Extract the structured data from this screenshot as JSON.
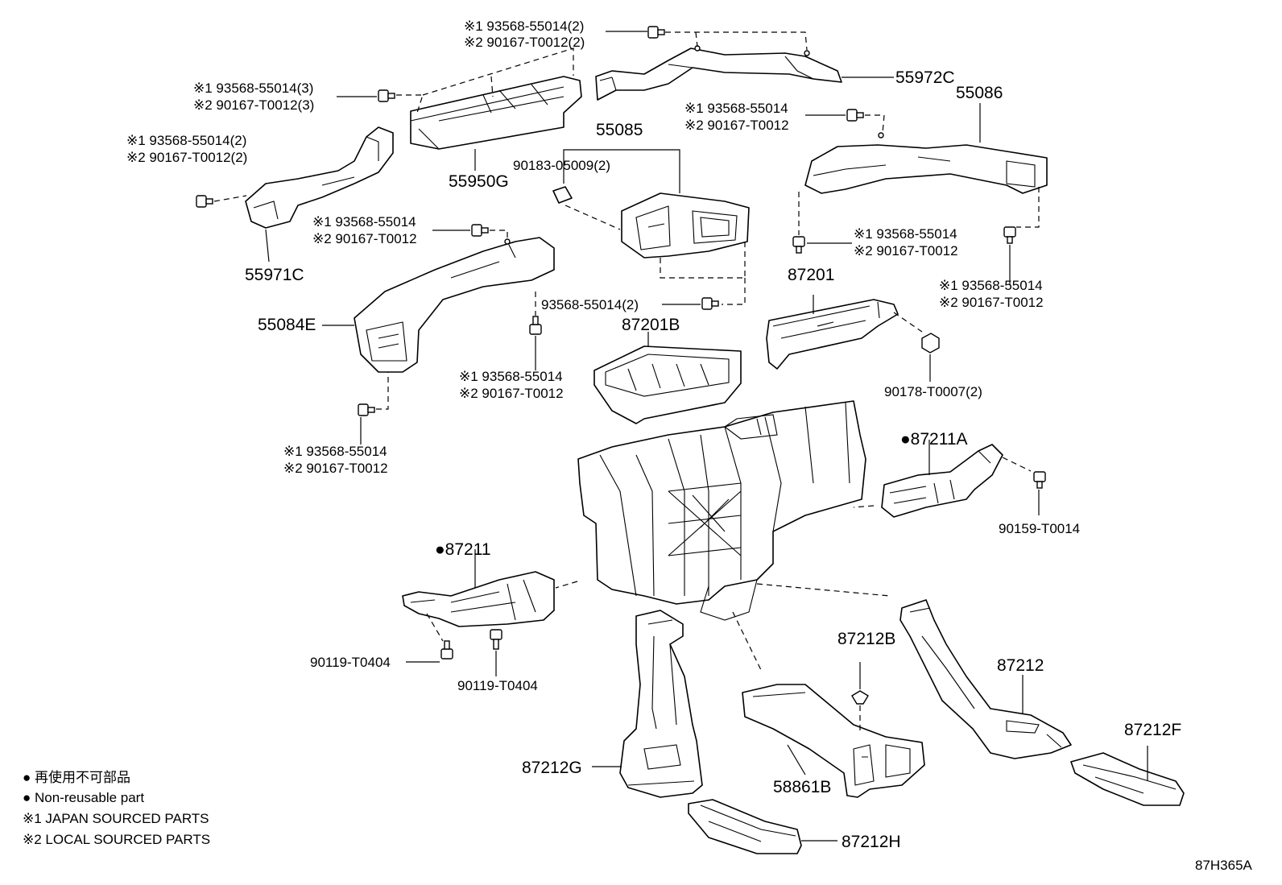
{
  "labels": {
    "p55972C": {
      "part": "55972C",
      "line1": "※1 93568-55014(2)",
      "line2": "※2 90167-T0012(2)"
    },
    "p55950G": {
      "part": "55950G",
      "line1": "※1 93568-55014(3)",
      "line2": "※2 90167-T0012(3)"
    },
    "p55971C": {
      "part": "55971C",
      "line1": "※1 93568-55014(2)",
      "line2": "※2 90167-T0012(2)"
    },
    "p55085": {
      "part": "55085",
      "clip": "90183-05009(2)",
      "screw": "93568-55014(2)"
    },
    "p55086": {
      "part": "55086",
      "line1": "※1 93568-55014",
      "line2": "※2 90167-T0012"
    },
    "p55086_left": {
      "line1": "※1 93568-55014",
      "line2": "※2 90167-T0012"
    },
    "p55086_right": {
      "line1": "※1 93568-55014",
      "line2": "※2 90167-T0012"
    },
    "p55084E": {
      "part": "55084E",
      "top1": "※1 93568-55014",
      "top2": "※2 90167-T0012",
      "bot1": "※1 93568-55014",
      "bot2": "※2 90167-T0012"
    },
    "p87201B": {
      "part": "87201B",
      "line1": "※1 93568-55014",
      "line2": "※2 90167-T0012"
    },
    "p87201": {
      "part": "87201",
      "clip": "90178-T0007(2)"
    },
    "p87211A": {
      "part": "●87211A",
      "screw": "90159-T0014"
    },
    "p87211": {
      "part": "●87211",
      "screw1": "90119-T0404",
      "screw2": "90119-T0404"
    },
    "p87212B": {
      "part": "87212B"
    },
    "p87212": {
      "part": "87212"
    },
    "p87212F": {
      "part": "87212F"
    },
    "p87212G": {
      "part": "87212G"
    },
    "p58861B": {
      "part": "58861B"
    },
    "p87212H": {
      "part": "87212H"
    }
  },
  "legend": {
    "line1": "● 再使用不可部品",
    "line2": "● Non-reusable part",
    "line3": "※1  JAPAN SOURCED PARTS",
    "line4": "※2  LOCAL SOURCED PARTS"
  },
  "diagram_code": "87H365A"
}
